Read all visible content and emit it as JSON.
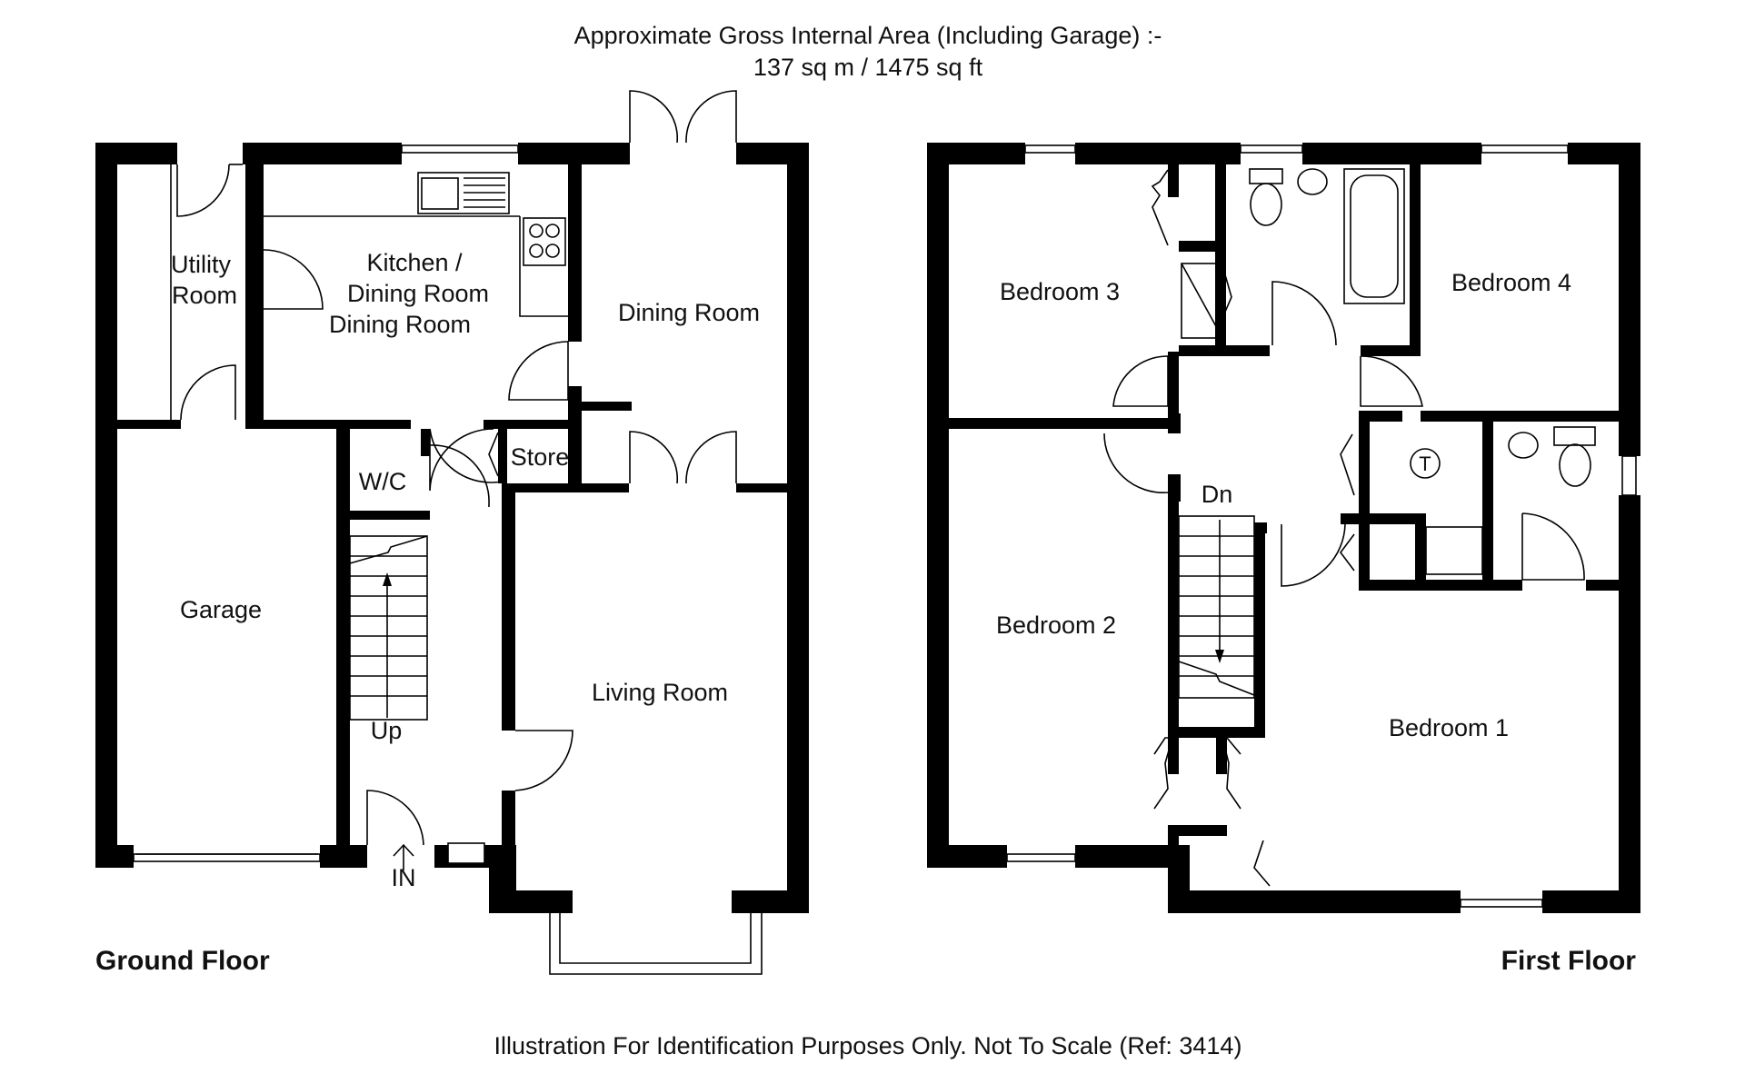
{
  "header": {
    "line1": "Approximate Gross Internal Area (Including Garage) :-",
    "line2": "137 sq m / 1475 sq ft"
  },
  "footer": {
    "note": "Illustration For Identification Purposes Only. Not To Scale (Ref: 3414)"
  },
  "ground_floor": {
    "title": "Ground Floor",
    "rooms": {
      "utility": [
        "Utility",
        "Room"
      ],
      "kitchen": [
        "Kitchen /",
        "Dining Room",
        "Dining Room"
      ],
      "dining": "Dining Room",
      "store": "Store",
      "wc": "W/C",
      "garage": "Garage",
      "living": "Living Room"
    },
    "stairs_label": "Up",
    "entrance_label": "IN"
  },
  "first_floor": {
    "title": "First Floor",
    "rooms": {
      "bedroom3": "Bedroom 3",
      "bedroom4": "Bedroom 4",
      "bedroom2": "Bedroom 2",
      "bedroom1": "Bedroom 1"
    },
    "stairs_label": "Dn",
    "tank_label": "T"
  },
  "colors": {
    "wall": "#000000",
    "background": "#ffffff"
  }
}
